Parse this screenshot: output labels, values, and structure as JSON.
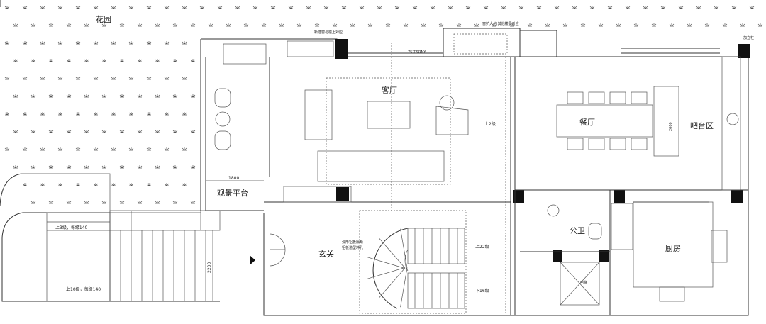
{
  "rooms": {
    "garden": "花园",
    "living": "客厅",
    "dining": "餐厅",
    "bar": "吧台区",
    "terrace": "观景平台",
    "entry": "玄关",
    "wc": "公卫",
    "kitchen": "厨房",
    "elevator": "电梯"
  },
  "notes": {
    "new_window": "新建窗与楼上对应",
    "window_enlarge": "窗扩大/与其他楼层对应",
    "column": "加立柱",
    "tv": "75寸SONY",
    "up2": "上2级",
    "table_len": "2000",
    "terrace_width": "1800",
    "steps3": "上3级，每级140",
    "steps10": "上10级，每级140",
    "stair_depth": "2200",
    "partition_1": "弧形铝板隔断",
    "partition_2": "铝板造型冲孔",
    "up22": "上22级",
    "down16": "下16级"
  }
}
